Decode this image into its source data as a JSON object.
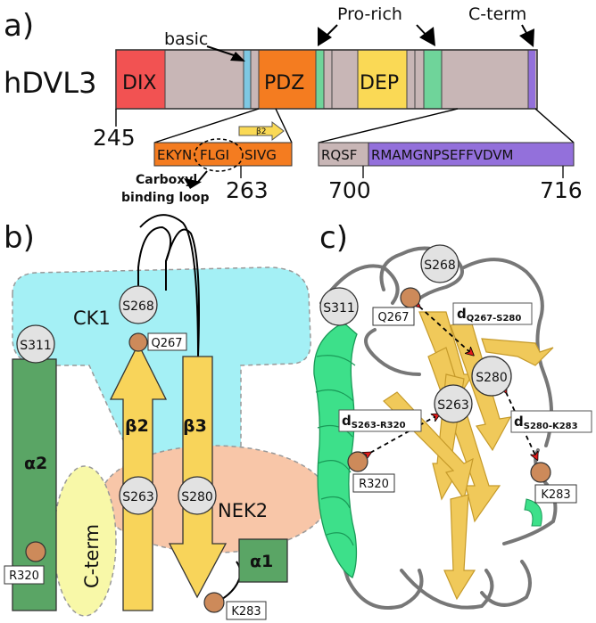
{
  "panels": {
    "a": "a)",
    "b": "b)",
    "c": "c)"
  },
  "panel_a": {
    "protein_label": "hDVL3",
    "domains": {
      "dix": "DIX",
      "pdz": "PDZ",
      "dep": "DEP"
    },
    "annotations": {
      "basic": "basic",
      "pro_rich": "Pro-rich",
      "c_term": "C-term"
    },
    "positions": {
      "p245": "245",
      "p263": "263",
      "p700": "700",
      "p716": "716"
    },
    "pdz_sequence": {
      "left": "EKYN",
      "loop": "FLGI",
      "right": "SIVG",
      "strand": "β2"
    },
    "cterm_sequence": {
      "grey": "RQSF",
      "purple": "RMAMGNPSEFFVDVM"
    },
    "carboxyl_label": [
      "Carboxyl",
      "binding loop"
    ],
    "colors": {
      "dix": "#f25252",
      "body": "#c8b6b6",
      "basic": "#7ec8e3",
      "pdz": "#f47c20",
      "pro": "#6fd49a",
      "dep": "#fad955",
      "cterm": "#9370db"
    }
  },
  "panel_b": {
    "regions": {
      "ck1": "CK1",
      "nek2": "NEK2",
      "cterm": "C-term"
    },
    "helices": {
      "a2": "α2",
      "a1": "α1"
    },
    "strands": {
      "b2": "β2",
      "b3": "β3"
    },
    "residues": {
      "s268": "S268",
      "s311": "S311",
      "s263": "S263",
      "s280": "S280",
      "q267": "Q267",
      "r320": "R320",
      "k283": "K283"
    },
    "colors": {
      "ck1": "#a4f0f5",
      "nek2": "#f8c6a8",
      "cterm": "#f8f8a8",
      "helix": "#5aa565",
      "strand": "#f8d45a",
      "residue": "#cd8a5a"
    }
  },
  "panel_c": {
    "residues": {
      "s268": "S268",
      "s311": "S311",
      "s263": "S263",
      "s280": "S280",
      "q267": "Q267",
      "r320": "R320",
      "k283": "K283"
    },
    "distances": {
      "d1": {
        "main": "d",
        "sub": "Q267-S280"
      },
      "d2": {
        "main": "d",
        "sub": "S263-R320"
      },
      "d3": {
        "main": "d",
        "sub": "S280-K283"
      }
    },
    "colors": {
      "helix": "#3de08a",
      "sheet": "#f0c95a",
      "coil": "#777777",
      "arrow": "#e21b1b"
    }
  }
}
